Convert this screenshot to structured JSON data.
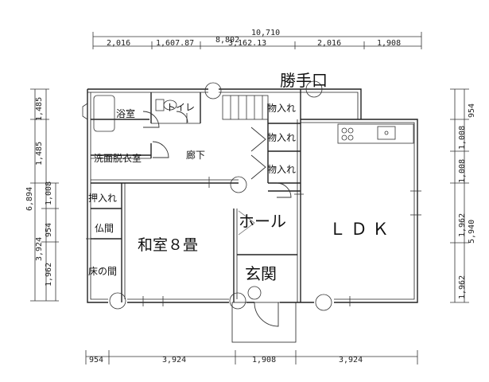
{
  "plan": {
    "rooms": {
      "bath": "浴室",
      "toilet": "トイレ",
      "washroom": "洗面脱衣室",
      "hallway": "廊下",
      "closet1": "物入れ",
      "closet2": "物入れ",
      "closet3": "物入れ",
      "back_door": "勝手口",
      "oshiire": "押入れ",
      "butsuma": "仏間",
      "tokonoma": "床の間",
      "washitsu": "和室８畳",
      "hall": "ホール",
      "genkan": "玄関",
      "ldk": "ＬＤＫ"
    },
    "dims_top": {
      "total": "10,710",
      "sub": "8,802",
      "row": [
        "2,016",
        "1,607.87",
        "3,162.13",
        "2,016",
        "1,908"
      ]
    },
    "dims_bottom": [
      "954",
      "3,924",
      "1,908",
      "3,924"
    ],
    "dims_left": {
      "outer": [
        "1,485",
        "1,485",
        "6,894"
      ],
      "inner": [
        "3,924",
        "1,962"
      ],
      "small": [
        "1,008",
        "954"
      ]
    },
    "dims_right": {
      "outer": [
        "954",
        "1,008",
        "1,008",
        "1,962",
        "1,962"
      ],
      "sub": "5,940"
    }
  }
}
